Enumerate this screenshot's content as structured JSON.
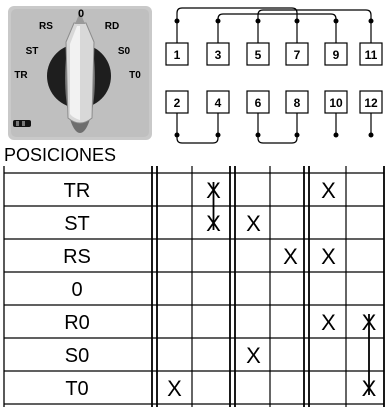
{
  "selector": {
    "positions_caption": "POSICIONES",
    "dial_labels": {
      "top": "0",
      "upper_left": "RS",
      "upper_right": "RD",
      "mid_left": "ST",
      "mid_right": "S0",
      "low_left": "TR",
      "low_right": "T0"
    }
  },
  "contacts": {
    "top_row": [
      "1",
      "3",
      "5",
      "7",
      "9",
      "11"
    ],
    "bottom_row": [
      "2",
      "4",
      "6",
      "8",
      "10",
      "12"
    ]
  },
  "table": {
    "row_labels": [
      "TR",
      "ST",
      "RS",
      "0",
      "R0",
      "S0",
      "T0"
    ],
    "mark": "X",
    "marks": [
      [
        0,
        1
      ],
      [
        0,
        4
      ],
      [
        1,
        1
      ],
      [
        1,
        2
      ],
      [
        2,
        3
      ],
      [
        2,
        4
      ],
      [
        4,
        4
      ],
      [
        4,
        5
      ],
      [
        5,
        2
      ],
      [
        6,
        0
      ],
      [
        6,
        5
      ]
    ],
    "links": [
      {
        "col": 1,
        "from_row": 0,
        "to_row": 1
      },
      {
        "col": 5,
        "from_row": 4,
        "to_row": 6
      }
    ]
  }
}
